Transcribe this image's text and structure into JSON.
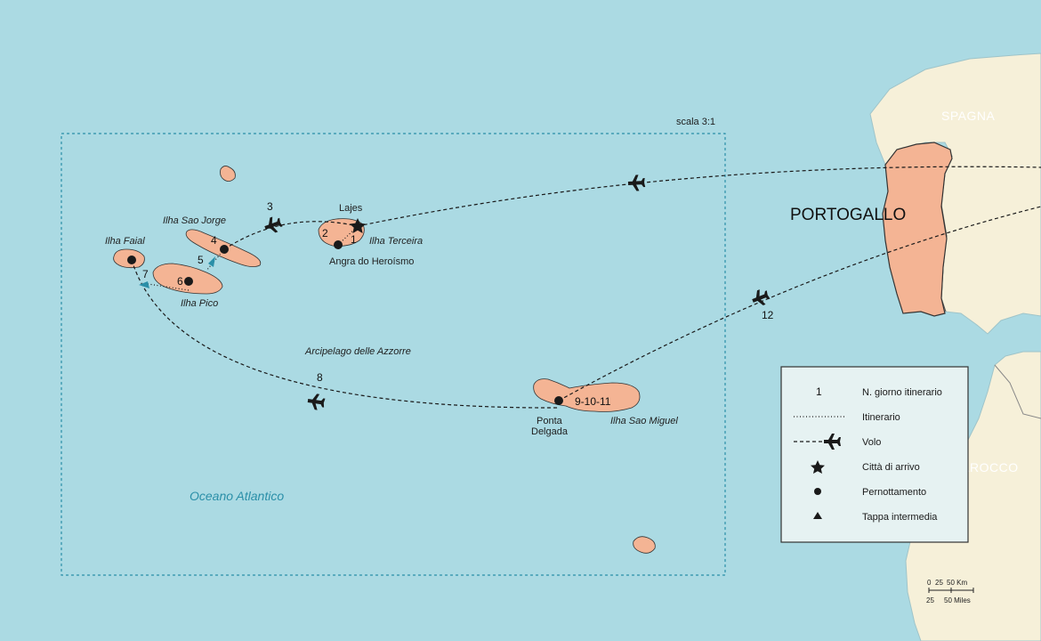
{
  "colors": {
    "sea": "#abdae3",
    "land": "#f6f0d9",
    "highlight": "#f4b494",
    "border": "#333333",
    "route": "#1a1a1a",
    "ocean_label": "#2a8fa8",
    "legend_bg": "#e6f2f2"
  },
  "countries": {
    "spain": "SPAGNA",
    "portugal": "PORTOGALLO",
    "morocco": "MAROCCO"
  },
  "inset": {
    "scale": "scala 3:1"
  },
  "ocean": {
    "atlantic": "Oceano Atlantico",
    "archipelago": "Arcipelago delle Azzorre"
  },
  "islands": {
    "terceira": "Ilha Terceira",
    "sao_jorge": "Ilha Sao Jorge",
    "faial": "Ilha Faial",
    "pico": "Ilha Pico",
    "sao_miguel": "Ilha Sao Miguel"
  },
  "places": {
    "lajes": "Lajes",
    "angra": "Angra do Heroísmo",
    "ponta_delgada_1": "Ponta",
    "ponta_delgada_2": "Delgada"
  },
  "day_numbers": {
    "d1": "1",
    "d2": "2",
    "d3": "3",
    "d4": "4",
    "d5": "5",
    "d6": "6",
    "d7": "7",
    "d8": "8",
    "d9_11": "9-10-11",
    "d12": "12"
  },
  "legend": {
    "day_symbol": "1",
    "items": [
      {
        "symbol": "number",
        "label": "N. giorno itinerario"
      },
      {
        "symbol": "dotted-line",
        "label": "Itinerario"
      },
      {
        "symbol": "dashed-plane",
        "label": "Volo"
      },
      {
        "symbol": "star",
        "label": "Città di arrivo"
      },
      {
        "symbol": "dot",
        "label": "Pernottamento"
      },
      {
        "symbol": "triangle",
        "label": "Tappa intermedia"
      }
    ]
  },
  "scale_bar": {
    "km": [
      "0",
      "25",
      "50 Km"
    ],
    "miles": [
      "25",
      "50 Miles"
    ]
  }
}
